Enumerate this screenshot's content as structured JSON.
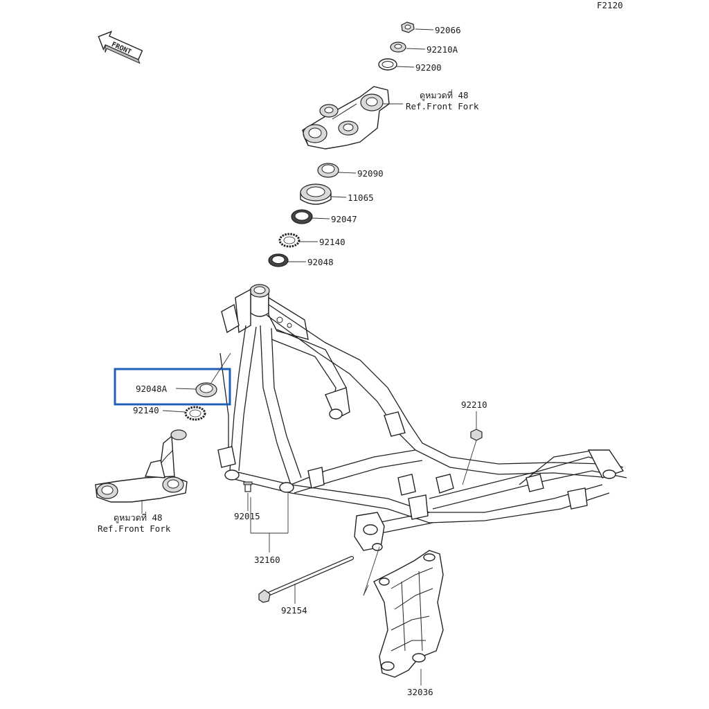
{
  "diagram_code": "F2120",
  "front_marker": "FRONT",
  "highlight_color": "#1f5fb8",
  "parts": {
    "p92066": "92066",
    "p92210A": "92210A",
    "p92200": "92200",
    "p92090": "92090",
    "p11065": "11065",
    "p92047": "92047",
    "p92140_top": "92140",
    "p92048": "92048",
    "p92048A": "92048A",
    "p92140_bottom": "92140",
    "p92210": "92210",
    "p92015": "92015",
    "p32160": "32160",
    "p92154": "92154",
    "p32036": "32036"
  },
  "references": {
    "top_thai": "ดูหมวดที่ 48",
    "top_ref": "Ref.Front Fork",
    "bottom_thai": "ดูหมวดที่ 48",
    "bottom_ref": "Ref.Front Fork"
  }
}
